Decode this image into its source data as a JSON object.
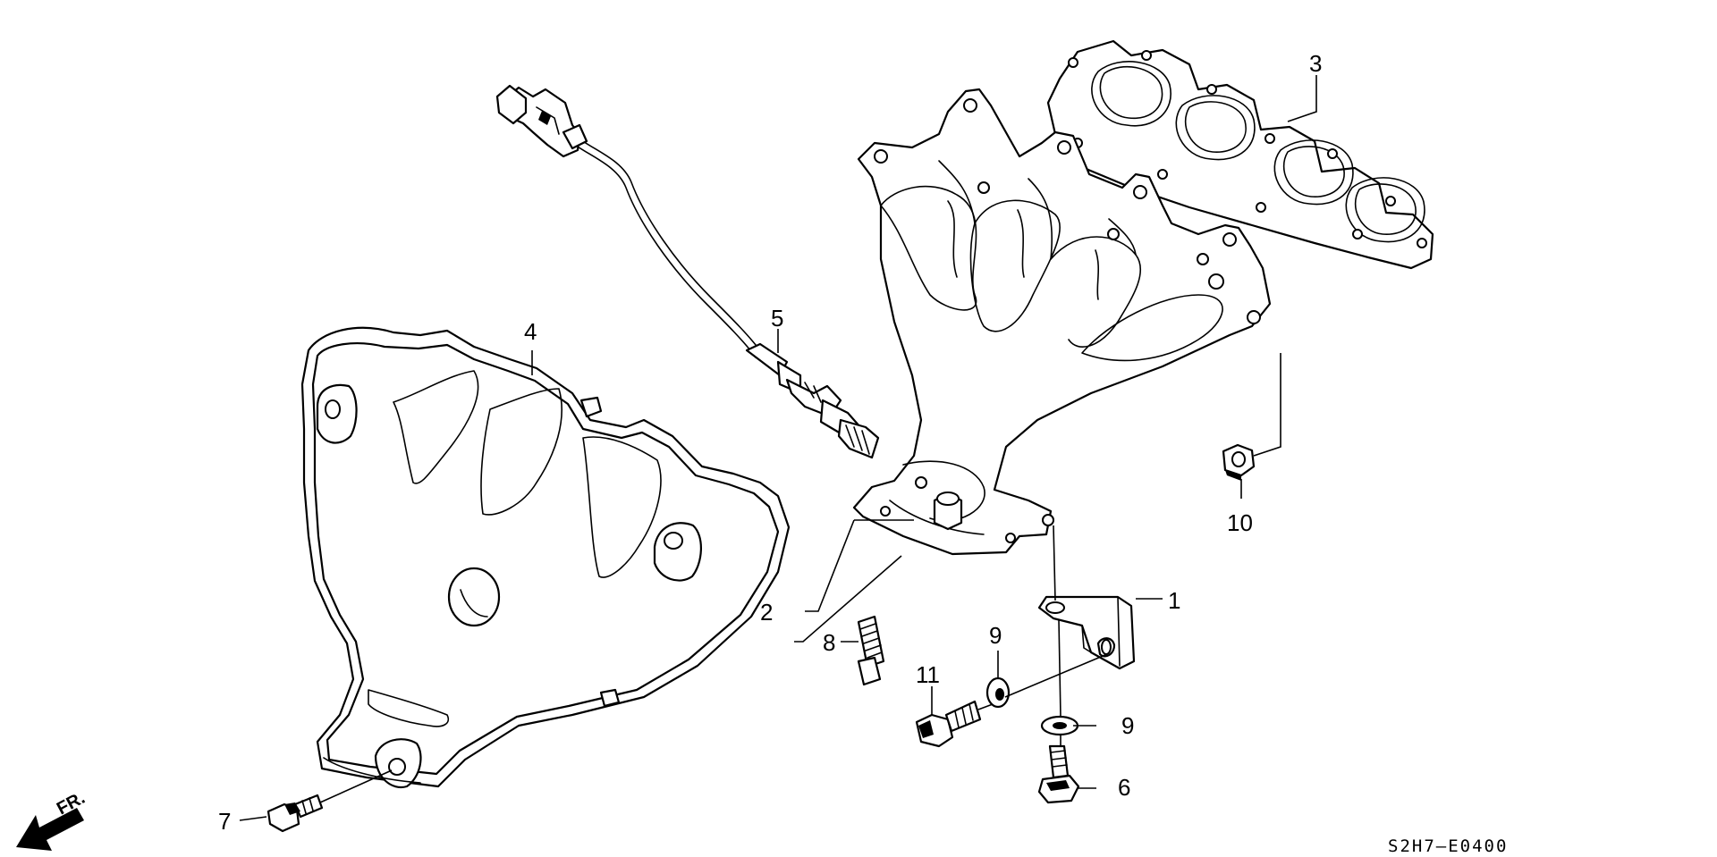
{
  "diagram": {
    "callouts": {
      "n1": "1",
      "n2": "2",
      "n3": "3",
      "n4": "4",
      "n5": "5",
      "n6": "6",
      "n7": "7",
      "n8": "8",
      "n9a": "9",
      "n9b": "9",
      "n10": "10",
      "n11": "11"
    },
    "direction_label": "FR.",
    "drawing_code": "S2H7–E0400"
  }
}
